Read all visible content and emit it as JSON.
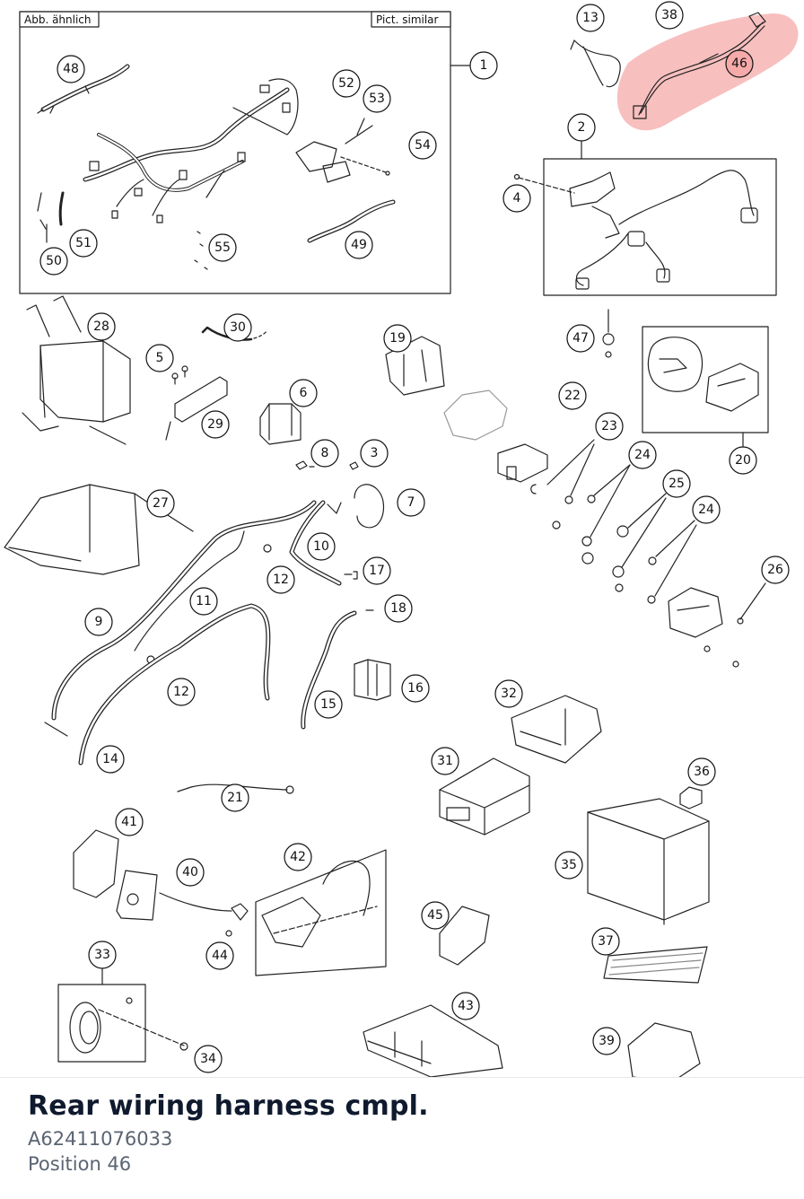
{
  "diagram": {
    "frame_label_left": "Abb. ähnlich",
    "frame_label_right": "Pict. similar",
    "highlight_color": "#f28b8b",
    "callouts": [
      "1",
      "2",
      "3",
      "4",
      "5",
      "6",
      "7",
      "8",
      "9",
      "10",
      "11",
      "12",
      "12",
      "13",
      "14",
      "15",
      "16",
      "17",
      "18",
      "19",
      "20",
      "21",
      "22",
      "23",
      "24",
      "24",
      "25",
      "26",
      "27",
      "28",
      "29",
      "30",
      "31",
      "32",
      "33",
      "34",
      "35",
      "36",
      "37",
      "38",
      "39",
      "40",
      "41",
      "42",
      "43",
      "44",
      "45",
      "46",
      "47",
      "48",
      "49",
      "50",
      "51",
      "52",
      "53",
      "54",
      "55"
    ]
  },
  "part": {
    "name": "Rear wiring harness cmpl.",
    "number": "A62411076033",
    "position": "Position 46"
  }
}
